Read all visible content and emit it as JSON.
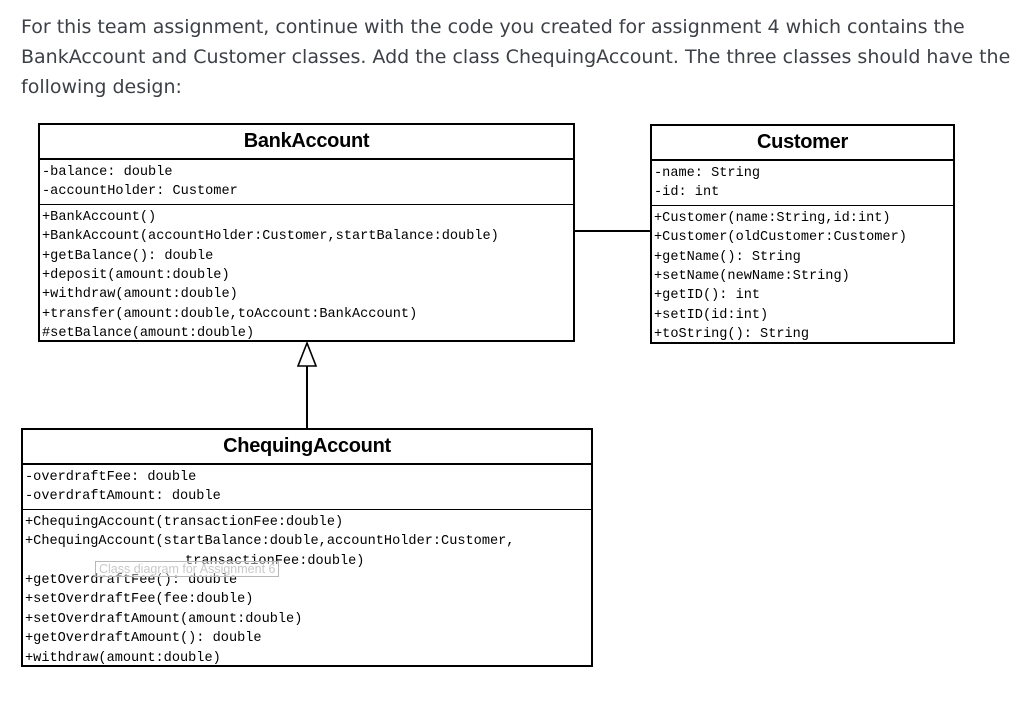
{
  "intro": "For this team assignment, continue with the code you created for assignment 4 which contains the BankAccount and Customer classes.  Add the class ChequingAccount.  The three classes should have the following design:",
  "classes": {
    "bank_account": {
      "name": "BankAccount",
      "attributes": [
        "-balance: double",
        "-accountHolder: Customer"
      ],
      "methods": [
        "+BankAccount()",
        "+BankAccount(accountHolder:Customer,startBalance:double)",
        "+getBalance(): double",
        "+deposit(amount:double)",
        "+withdraw(amount:double)",
        "+transfer(amount:double,toAccount:BankAccount)",
        "#setBalance(amount:double)"
      ]
    },
    "customer": {
      "name": "Customer",
      "attributes": [
        "-name: String",
        "-id: int"
      ],
      "methods": [
        "+Customer(name:String,id:int)",
        "+Customer(oldCustomer:Customer)",
        "+getName(): String",
        "+setName(newName:String)",
        "+getID(): int",
        "+setID(id:int)",
        "+toString(): String"
      ]
    },
    "chequing_account": {
      "name": "ChequingAccount",
      "attributes": [
        "-overdraftFee: double",
        "-overdraftAmount: double"
      ],
      "methods": [
        "+ChequingAccount(transactionFee:double)",
        "+ChequingAccount(startBalance:double,accountHolder:Customer,",
        "transactionFee:double)",
        "+getOverdraftFee(): double",
        "+setOverdraftFee(fee:double)",
        "+setOverdraftAmount(amount:double)",
        "+getOverdraftAmount(): double",
        "+withdraw(amount:double)"
      ]
    }
  },
  "caption": "Class diagram for Assignment 6",
  "relationships": [
    {
      "type": "association",
      "from": "BankAccount",
      "to": "Customer"
    },
    {
      "type": "inheritance",
      "from": "ChequingAccount",
      "to": "BankAccount"
    }
  ]
}
